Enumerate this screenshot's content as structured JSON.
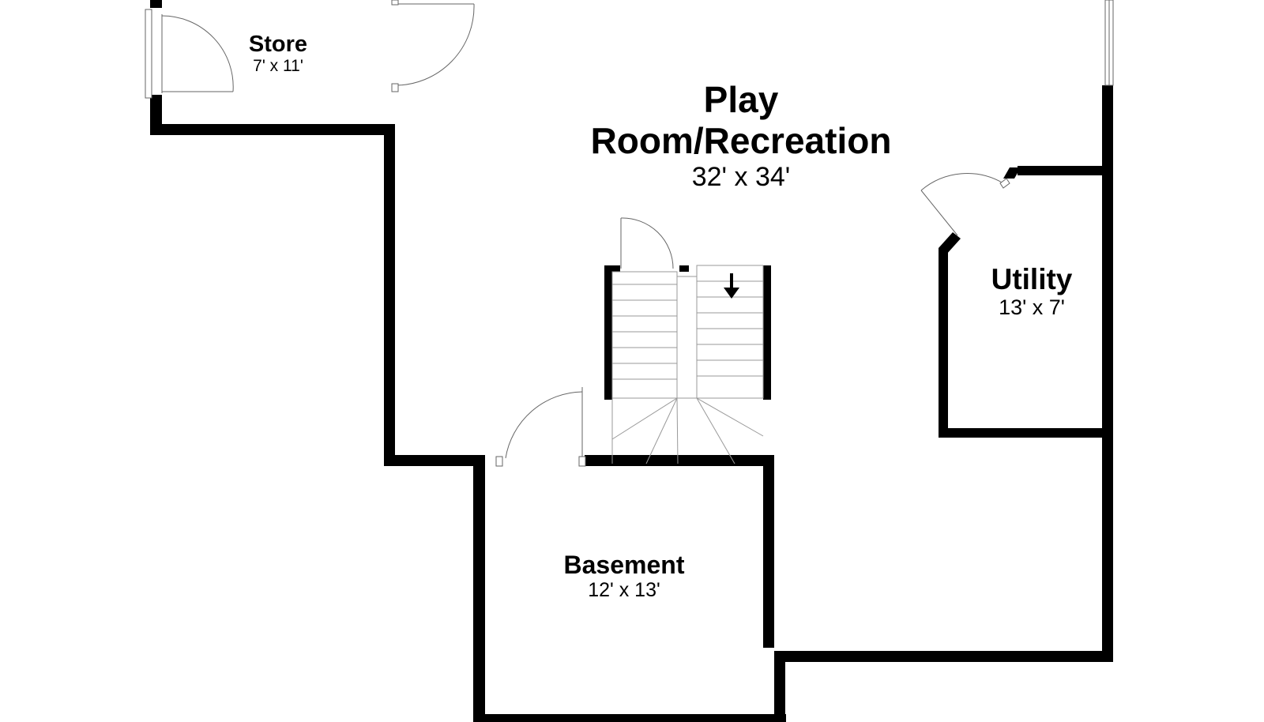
{
  "rooms": {
    "store": {
      "name": "Store",
      "dims": "7' x 11'"
    },
    "play": {
      "name_line1": "Play",
      "name_line2": "Room/Recreation",
      "dims": "32' x 34'"
    },
    "utility": {
      "name": "Utility",
      "dims": "13' x 7'"
    },
    "basement": {
      "name": "Basement",
      "dims": "12' x 13'"
    }
  },
  "stairs": {
    "direction_icon": "arrow-down-icon"
  },
  "colors": {
    "wall": "#000000",
    "background": "#ffffff",
    "door": "#666666",
    "stair": "#999999"
  }
}
